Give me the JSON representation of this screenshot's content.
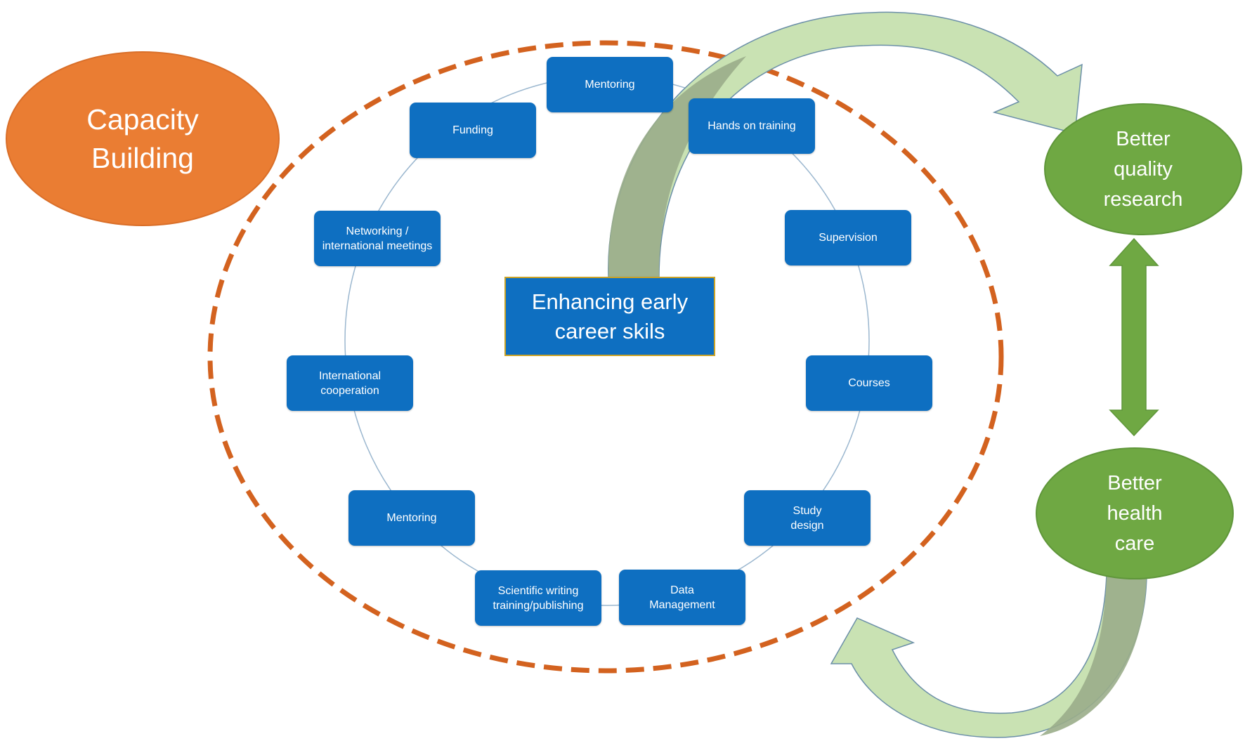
{
  "capacity_building": "Capacity\nBuilding",
  "center": "Enhancing early\ncareer skils",
  "cycle_items": [
    "Mentoring",
    "Hands on training",
    "Supervision",
    "Courses",
    "Study\ndesign",
    "Data\nManagement",
    "Scientific writing\ntraining/publishing",
    "Mentoring",
    "International\ncooperation",
    "Networking /\ninternational meetings",
    "Funding"
  ],
  "outcomes": {
    "research": "Better\nquality\nresearch",
    "health_care": "Better\nhealth\ncare"
  },
  "colors": {
    "box_blue": "#0e6fc1",
    "dashed_orange": "#d3621f",
    "capacity_orange": "#ea7d33",
    "outcome_green": "#6fa843",
    "arrow_light_green": "#c9e2b3",
    "arrow_dark_green": "#9aad8a",
    "ring_line": "#9bb7cf"
  }
}
